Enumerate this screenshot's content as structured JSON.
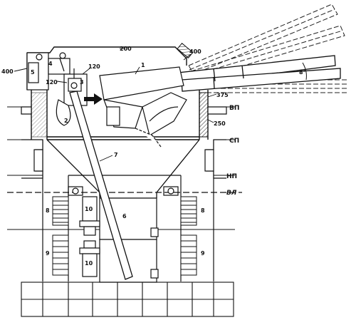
{
  "labels": {
    "l1": "1",
    "l2": "2",
    "l3": "3",
    "l4": "4",
    "l5": "5",
    "l6": "6",
    "l7": "7",
    "l8a": "8",
    "l8b": "8",
    "l9a": "9",
    "l9b": "9",
    "l10a": "10",
    "l10b": "10",
    "l120a": "120",
    "l120b": "120",
    "l200": "200",
    "l400a": "400",
    "l400b": "400",
    "l375": "375",
    "l250": "250",
    "angle": "8°"
  },
  "decks": {
    "vp": "ВП",
    "sp": "СП",
    "np": "НП",
    "vl": "ВЛ"
  }
}
